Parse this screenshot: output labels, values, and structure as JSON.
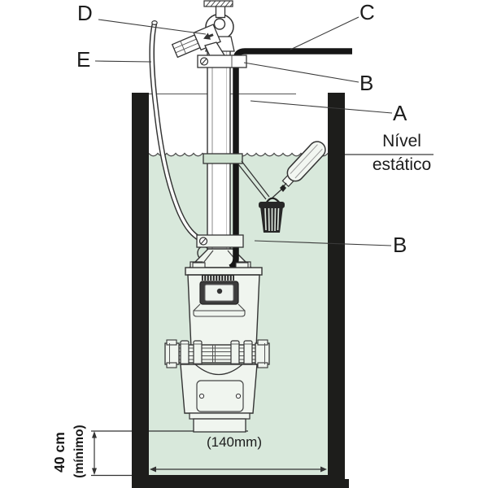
{
  "callouts": {
    "a": "A",
    "b_upper": "B",
    "b_lower": "B",
    "c": "C",
    "d": "D",
    "e": "E"
  },
  "annotations": {
    "static_level_line1": "Nível",
    "static_level_line2": "estático",
    "depth_value": "40 cm",
    "depth_qualifier": "(mínimo)",
    "width_value": "(140mm)"
  },
  "colors": {
    "water": "#d8e8db",
    "wall": "#1d1d1b",
    "hose": "#161616",
    "leader_line": "#3a3a3a",
    "pump_fill": "#f0f5ef",
    "label_plate": "#3c3c3c",
    "collar_fill": "#cfe2d1"
  },
  "parts": [
    "ceiling-mount",
    "hanger-eye",
    "tap-valve",
    "discharge-pipe",
    "upper-clamp",
    "pipe-collar",
    "lower-clamp",
    "discharge-hose",
    "power-cable",
    "vibratory-pump",
    "band-clamp",
    "float-switch",
    "counterweight",
    "well-wall",
    "water",
    "water-surface"
  ]
}
